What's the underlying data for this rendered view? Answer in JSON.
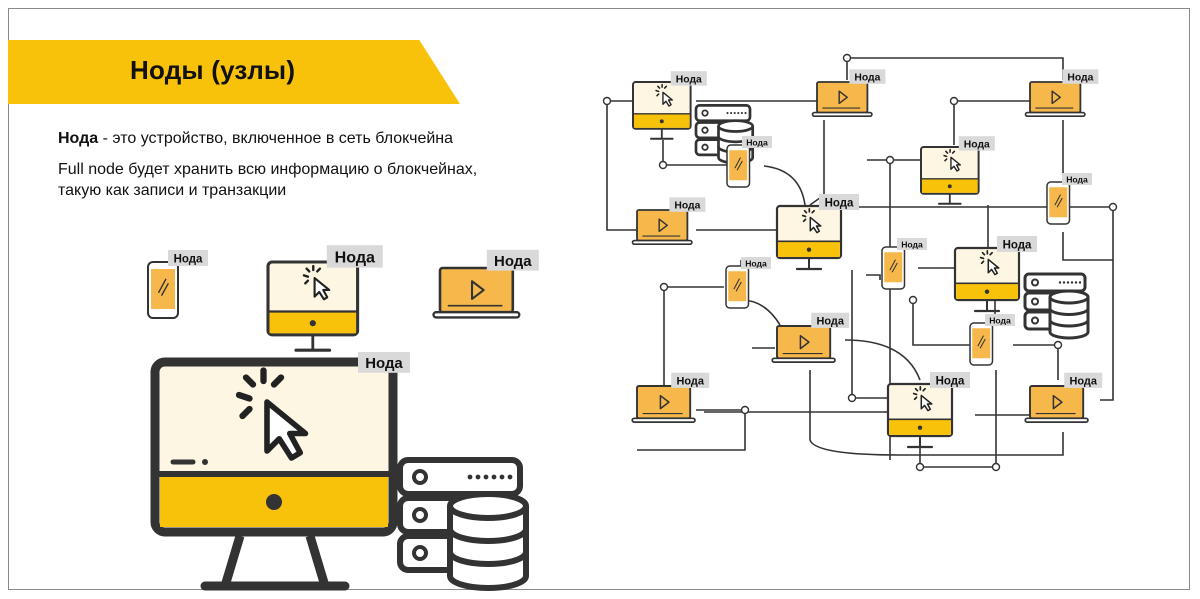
{
  "title": "Ноды (узлы)",
  "intro": {
    "term": "Нода",
    "definition": " - это устройство, включенное в сеть блокчейна",
    "full_node": "Full node будет хранить всю информацию о блокчейнах, такую как записи и транзакции"
  },
  "node_label": "Нода",
  "colors": {
    "accent": "#f9c20a",
    "device_fill": "#f6b84b",
    "outline": "#3a3a3a",
    "screen": "#fdf6e3",
    "label_bg": "#d9d9d9"
  },
  "legend_devices": [
    {
      "kind": "phone",
      "label": "Нода"
    },
    {
      "kind": "desktop",
      "label": "Нода"
    },
    {
      "kind": "laptop",
      "label": "Нода"
    },
    {
      "kind": "full-node-desktop",
      "label": "Нода"
    }
  ],
  "network_nodes": [
    {
      "kind": "desktop",
      "label": "Нода",
      "server": true
    },
    {
      "kind": "laptop",
      "label": "Нода"
    },
    {
      "kind": "laptop",
      "label": "Нода"
    },
    {
      "kind": "phone",
      "label": "Нода"
    },
    {
      "kind": "desktop",
      "label": "Нода"
    },
    {
      "kind": "phone",
      "label": "Нода"
    },
    {
      "kind": "laptop",
      "label": "Нода"
    },
    {
      "kind": "desktop",
      "label": "Нода"
    },
    {
      "kind": "phone",
      "label": "Нода"
    },
    {
      "kind": "desktop",
      "label": "Нода",
      "server": true
    },
    {
      "kind": "phone",
      "label": "Нода"
    },
    {
      "kind": "laptop",
      "label": "Нода"
    },
    {
      "kind": "phone",
      "label": "Нода"
    },
    {
      "kind": "laptop",
      "label": "Нода"
    },
    {
      "kind": "desktop",
      "label": "Нода"
    },
    {
      "kind": "laptop",
      "label": "Нода"
    }
  ]
}
